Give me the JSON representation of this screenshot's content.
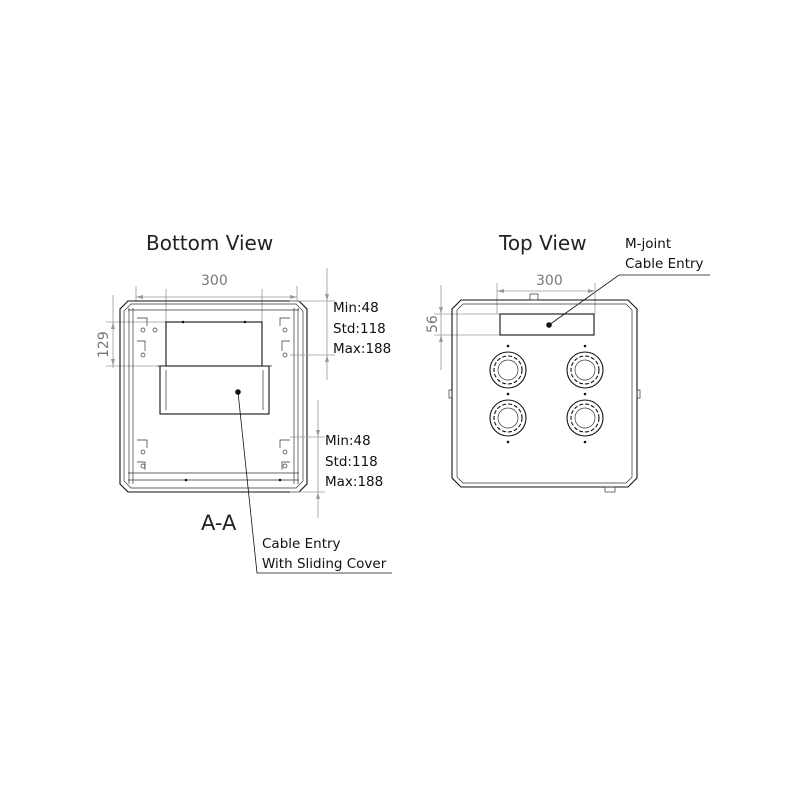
{
  "views": {
    "bottom": {
      "title": "Bottom View",
      "dim_width": "300",
      "dim_height": "129",
      "upper_range": {
        "min": "Min:48",
        "std": "Std:118",
        "max": "Max:188"
      },
      "lower_range": {
        "min": "Min:48",
        "std": "Std:118",
        "max": "Max:188"
      },
      "section_label": "A-A",
      "callout_line1": "Cable Entry",
      "callout_line2": "With Sliding Cover"
    },
    "top": {
      "title": "Top View",
      "dim_width": "300",
      "dim_height": "56",
      "callout_line1": "M-joint",
      "callout_line2": "Cable Entry"
    }
  },
  "colors": {
    "outline": "#111111",
    "dimension": "#9a9a9a",
    "background": "#ffffff"
  }
}
